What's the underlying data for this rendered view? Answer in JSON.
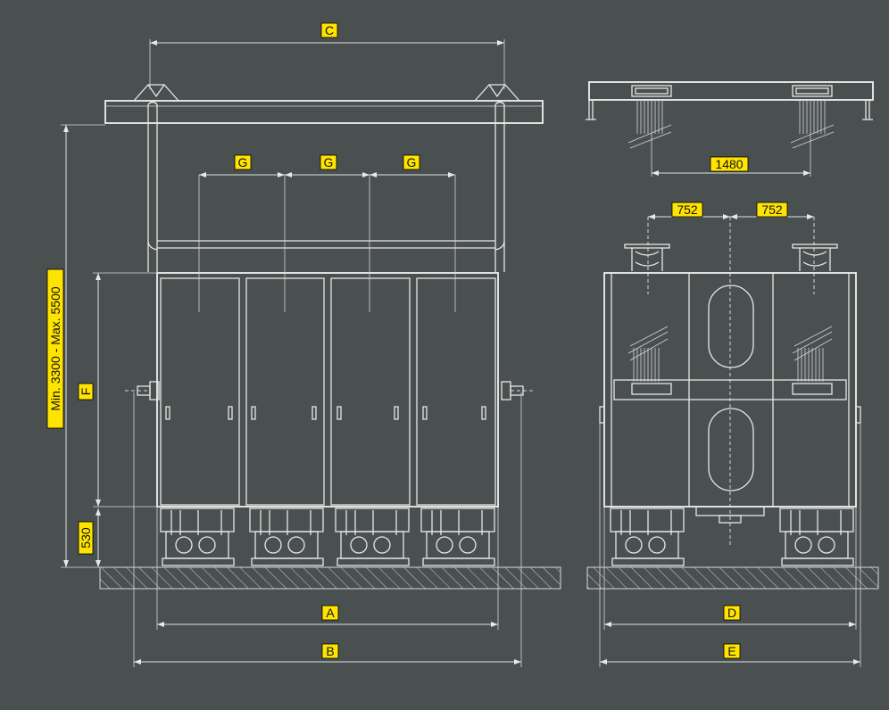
{
  "labels": {
    "c": "C",
    "g1": "G",
    "g2": "G",
    "g3": "G",
    "a": "A",
    "b": "B",
    "d": "D",
    "e": "E",
    "f": "F",
    "h530": "530",
    "height": "Min. 3300 - Max. 5500",
    "w1480": "1480",
    "w752a": "752",
    "w752b": "752"
  },
  "colors": {
    "background": "#4a4f50",
    "lines": "#e8e8e8",
    "label_fill": "#ffe400",
    "label_text": "#111111"
  }
}
